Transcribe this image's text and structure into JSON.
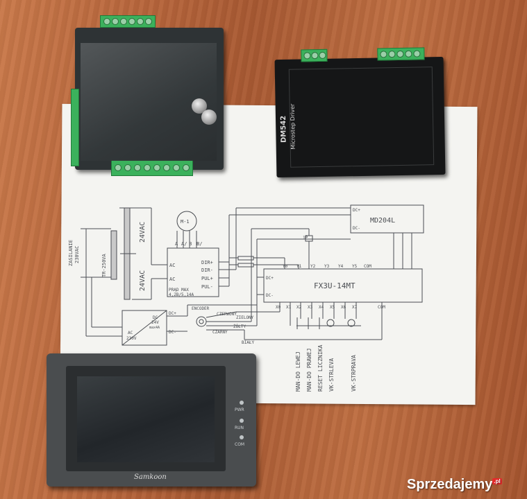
{
  "diagram": {
    "supply_label": "ZASILANIE",
    "supply_voltage": "230VAC",
    "transformer": "TR-250VA",
    "secondary_top": "24VAC",
    "secondary_bottom": "24VAC",
    "motor": "M-1",
    "motor_pins": [
      "A",
      "A/",
      "B",
      "B/"
    ],
    "driver_ac1": "AC",
    "driver_ac2": "AC",
    "driver_dir_plus": "DIR+",
    "driver_dir_minus": "DIR-",
    "driver_pul_plus": "PUL+",
    "driver_pul_minus": "PUL-",
    "driver_current_1": "PRĄD MAX",
    "driver_current_2": "4,2B/5,14A",
    "hmi_block": "MD204L",
    "hmi_dc_plus": "DC+",
    "hmi_dc_minus": "DC-",
    "plc_block": "FX3U-14MT",
    "plc_dc_plus": "DC+",
    "plc_dc_minus": "DC-",
    "outputs": [
      "Y0",
      "Y1",
      "Y2",
      "Y3",
      "Y4",
      "Y5",
      "COM"
    ],
    "inputs": [
      "X0",
      "X1",
      "X2",
      "X3",
      "X4",
      "X5",
      "X6",
      "X7",
      "COM"
    ],
    "relay_label": "1P",
    "encoder": "ENCODER",
    "wire_red": "CZERWONY",
    "wire_green": "ZIELONY",
    "wire_yellow": "ŻÓŁTY",
    "wire_black": "CZARNY",
    "wire_white": "BIAŁY",
    "psu_ac": "AC",
    "psu_ac_v": "230V",
    "psu_dc": "DC",
    "psu_dc_v": "24V",
    "psu_dc_i": "max4A",
    "psu_dc_plus": "DC+",
    "psu_dc_minus": "DC-",
    "switches": [
      "MAN-DO LEWEJ",
      "MAN-DO PRAWEJ",
      "RESET LICZNIKA",
      "VK-STRLEVA",
      "VK-STRPRAVA"
    ]
  },
  "driver_device": {
    "model": "DM542",
    "subtitle": "Microstep Driver"
  },
  "hmi_device": {
    "brand": "Samkoon",
    "leds": [
      "PWR",
      "RUN",
      "COM"
    ]
  },
  "watermark": "Sprzedajemy",
  "watermark_suffix": ".pl",
  "colors": {
    "table": "#b8663c",
    "paper": "#f4f4f1",
    "terminal_green": "#3bb15c",
    "device_black": "#151617"
  }
}
